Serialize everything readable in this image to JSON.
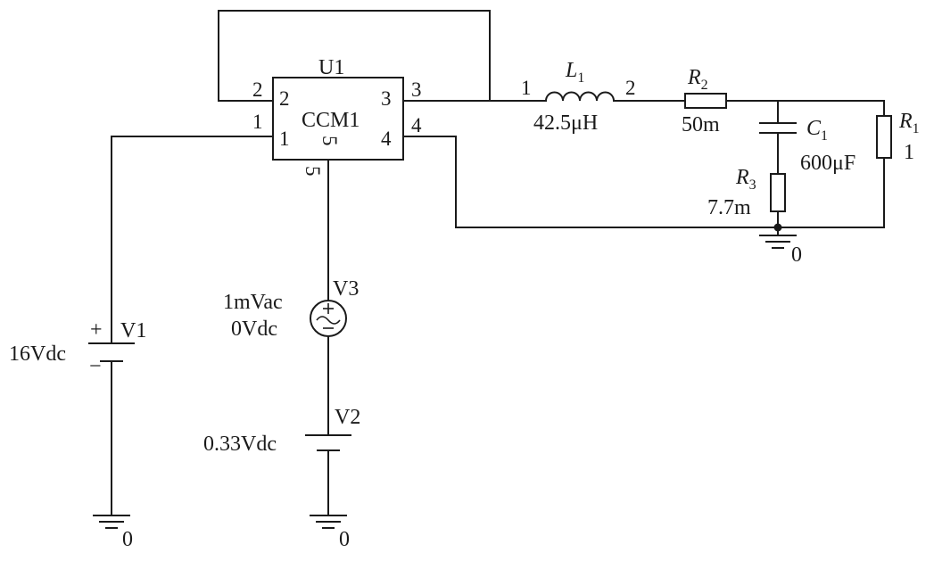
{
  "u1": {
    "refdes": "U1",
    "model": "CCM1",
    "pins_inside": {
      "p1": "1",
      "p2": "2",
      "p3": "3",
      "p4": "4",
      "p5": "5"
    },
    "pins_outside": {
      "p1": "1",
      "p2": "2",
      "p3": "3",
      "p4": "4",
      "p5": "5"
    }
  },
  "l1": {
    "sym": "L",
    "sub": "1",
    "value": "42.5μH",
    "pin1": "1",
    "pin2": "2"
  },
  "r2": {
    "sym": "R",
    "sub": "2",
    "value": "50m"
  },
  "c1": {
    "sym": "C",
    "sub": "1",
    "value": "600μF"
  },
  "r1": {
    "sym": "R",
    "sub": "1",
    "value": "1"
  },
  "r3": {
    "sym": "R",
    "sub": "3",
    "value": "7.7m"
  },
  "v1": {
    "name": "V1",
    "value": "16Vdc",
    "plus": "+",
    "minus": "−"
  },
  "v2": {
    "name": "V2",
    "value": "0.33Vdc"
  },
  "v3": {
    "name": "V3",
    "value1": "1mVac",
    "value2": "0Vdc"
  },
  "grounds": {
    "g_mid": "0",
    "g_v1": "0",
    "g_v2": "0"
  }
}
